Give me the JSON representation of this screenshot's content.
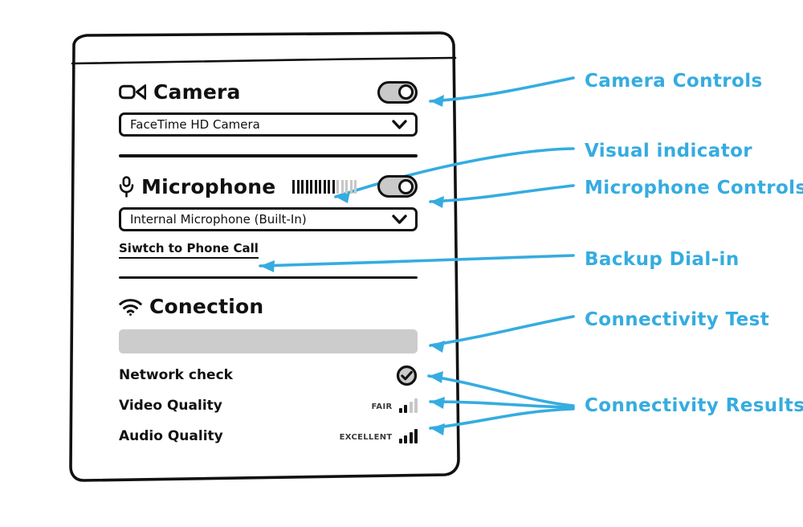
{
  "theme": {
    "accent": "#35ACE0",
    "ink": "#111111",
    "toggle_track": "#c9c9c9",
    "progress_gray": "#cccccc",
    "bar_off": "#c7c7c7"
  },
  "panel": {
    "camera": {
      "icon": "camera-icon",
      "title": "Camera",
      "toggle_state": "on",
      "device_select": {
        "value": "FaceTime HD Camera",
        "chevron": "chevron-down-icon"
      }
    },
    "microphone": {
      "icon": "microphone-icon",
      "title": "Microphone",
      "toggle_state": "on",
      "level_meter": {
        "total_bars": 15,
        "active_bars": 10
      },
      "device_select": {
        "value": "Internal Microphone (Built-In)",
        "chevron": "chevron-down-icon"
      },
      "phone_link": "Siwtch to Phone Call"
    },
    "connection": {
      "icon": "wifi-icon",
      "title": "Conection",
      "progress_placeholder": true,
      "results": [
        {
          "label": "Network check",
          "badge": "",
          "indicator": "check-circle-icon",
          "bars_total": 0,
          "bars_filled": 0
        },
        {
          "label": "Video Quality",
          "badge": "FAIR",
          "indicator": "signal-bars-icon",
          "bars_total": 4,
          "bars_filled": 2
        },
        {
          "label": "Audio Quality",
          "badge": "EXCELLENT",
          "indicator": "signal-bars-icon",
          "bars_total": 4,
          "bars_filled": 4
        }
      ]
    }
  },
  "annotations": [
    {
      "id": "camera-controls",
      "label": "Camera Controls"
    },
    {
      "id": "visual-indicator",
      "label": "Visual indicator"
    },
    {
      "id": "mic-controls",
      "label": "Microphone Controls"
    },
    {
      "id": "backup-dialin",
      "label": "Backup Dial-in"
    },
    {
      "id": "connectivity-test",
      "label": "Connectivity Test"
    },
    {
      "id": "connectivity-results",
      "label": "Connectivity Results"
    }
  ]
}
